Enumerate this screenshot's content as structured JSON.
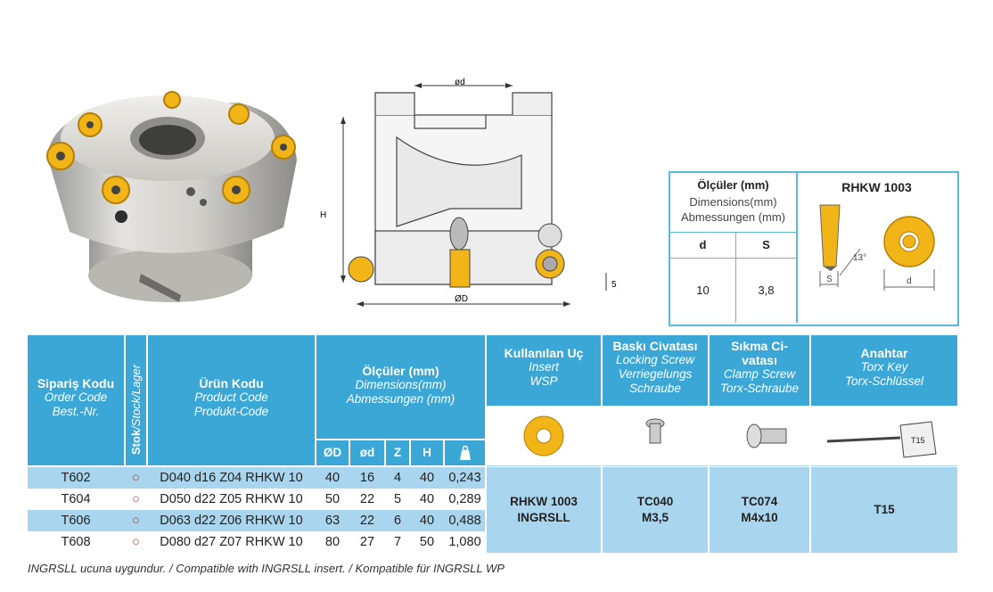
{
  "drawing_labels": {
    "small_d": "ød",
    "height": "H",
    "big_d": "ØD",
    "depth": "5"
  },
  "dimbox": {
    "header_bold": "Ölçüler (mm)",
    "header_en": "Dimensions(mm)",
    "header_de": "Abmessungen (mm)",
    "insert_title": "RHKW 1003",
    "col_d": "d",
    "col_s": "S",
    "val_d": "10",
    "val_s": "3,8",
    "angle": "13°",
    "label_s": "S",
    "label_d": "d"
  },
  "table": {
    "headers": {
      "order": {
        "tr": "Sipariş Kodu",
        "en": "Order Code",
        "de": "Best.-Nr."
      },
      "stock": {
        "bold": "Stok",
        "rest": "/Stock/Lager"
      },
      "product": {
        "tr": "Ürün Kodu",
        "en": "Product Code",
        "de": "Produkt-Code"
      },
      "dims": {
        "tr": "Ölçüler (mm)",
        "en": "Dimensions(mm)",
        "de": "Abmessungen (mm)"
      },
      "insert": {
        "tr": "Kullanılan Uç",
        "en": "Insert",
        "de": "WSP"
      },
      "locking": {
        "tr": "Baskı Civatası",
        "en": "Locking Screw",
        "de1": "Verriegelungs",
        "de2": "Schraube"
      },
      "clamp": {
        "tr1": "Sıkma Ci-",
        "tr2": "vatası",
        "en": "Clamp Screw",
        "de": "Torx-Schraube"
      },
      "key": {
        "tr": "Anahtar",
        "en": "Torx Key",
        "de": "Torx-Schlüssel"
      }
    },
    "subheaders": {
      "D": "ØD",
      "d": "ød",
      "Z": "Z",
      "H": "H"
    },
    "rows": [
      {
        "order": "T602",
        "stock": "○",
        "product": "D040 d16 Z04 RHKW 10",
        "D": "40",
        "d": "16",
        "Z": "4",
        "H": "40",
        "kg": "0,243"
      },
      {
        "order": "T604",
        "stock": "○",
        "product": "D050 d22 Z05 RHKW 10",
        "D": "50",
        "d": "22",
        "Z": "5",
        "H": "40",
        "kg": "0,289"
      },
      {
        "order": "T606",
        "stock": "○",
        "product": "D063 d22 Z06 RHKW 10",
        "D": "63",
        "d": "22",
        "Z": "6",
        "H": "40",
        "kg": "0,488"
      },
      {
        "order": "T608",
        "stock": "○",
        "product": "D080 d27 Z07 RHKW 10",
        "D": "80",
        "d": "27",
        "Z": "7",
        "H": "50",
        "kg": "1,080"
      }
    ],
    "insert_value": {
      "l1": "RHKW 1003",
      "l2": "INGRSLL"
    },
    "locking_value": {
      "l1": "TC040",
      "l2": "M3,5"
    },
    "clamp_value": {
      "l1": "TC074",
      "l2": "M4x10"
    },
    "key_value": "T15",
    "torx_key_label": "T15"
  },
  "footnote": "INGRSLL ucuna uygundur. / Compatible with INGRSLL insert. / Kompatible für INGRSLL WP",
  "colors": {
    "header_blue": "#3aa7d6",
    "row_blue": "#a9d6ee",
    "insert_gold": "#f2b517",
    "box_border": "#5bb8de"
  }
}
